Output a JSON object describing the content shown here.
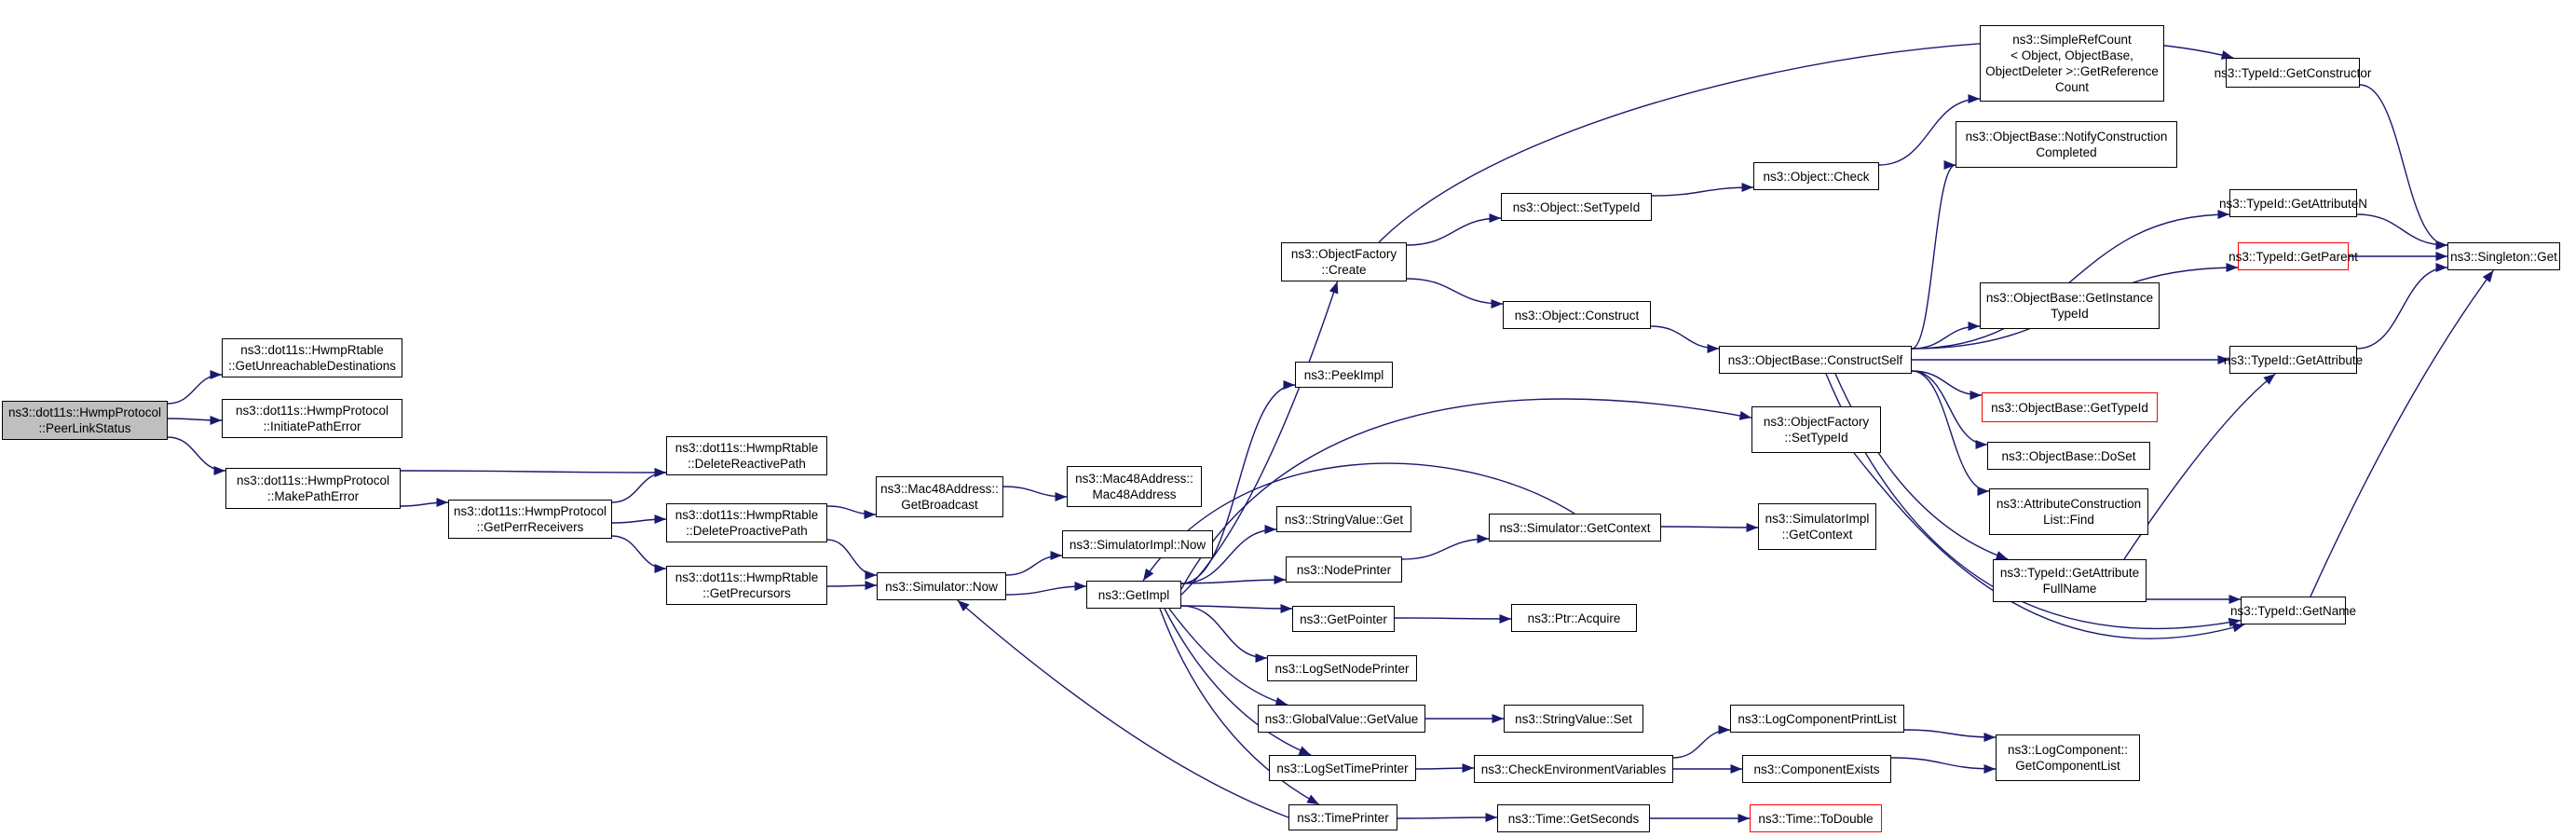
{
  "nodes": [
    {
      "id": "peerlinkstatus",
      "label": "ns3::dot11s::HwmpProtocol\n::PeerLinkStatus",
      "root": true
    },
    {
      "id": "getunreachable",
      "label": "ns3::dot11s::HwmpRtable\n::GetUnreachableDestinations"
    },
    {
      "id": "initiatepatherror",
      "label": "ns3::dot11s::HwmpProtocol\n::InitiatePathError"
    },
    {
      "id": "makepatherror",
      "label": "ns3::dot11s::HwmpProtocol\n::MakePathError"
    },
    {
      "id": "getperrreceivers",
      "label": "ns3::dot11s::HwmpProtocol\n::GetPerrReceivers"
    },
    {
      "id": "deletereactive",
      "label": "ns3::dot11s::HwmpRtable\n::DeleteReactivePath"
    },
    {
      "id": "deleteproactive",
      "label": "ns3::dot11s::HwmpRtable\n::DeleteProactivePath"
    },
    {
      "id": "getprecursors",
      "label": "ns3::dot11s::HwmpRtable\n::GetPrecursors"
    },
    {
      "id": "getbroadcast",
      "label": "ns3::Mac48Address::\nGetBroadcast"
    },
    {
      "id": "mac48address",
      "label": "ns3::Mac48Address::\nMac48Address"
    },
    {
      "id": "simulatornow",
      "label": "ns3::Simulator::Now"
    },
    {
      "id": "simimplnow",
      "label": "ns3::SimulatorImpl::Now"
    },
    {
      "id": "getimpl",
      "label": "ns3::GetImpl"
    },
    {
      "id": "objfactorycreate",
      "label": "ns3::ObjectFactory\n::Create"
    },
    {
      "id": "peekimpl",
      "label": "ns3::PeekImpl"
    },
    {
      "id": "stringvalueget",
      "label": "ns3::StringValue::Get"
    },
    {
      "id": "nodeprinter",
      "label": "ns3::NodePrinter"
    },
    {
      "id": "getpointer",
      "label": "ns3::GetPointer"
    },
    {
      "id": "logsetnodeprinter",
      "label": "ns3::LogSetNodePrinter"
    },
    {
      "id": "globalvalueget",
      "label": "ns3::GlobalValue::GetValue"
    },
    {
      "id": "logsettimeprinter",
      "label": "ns3::LogSetTimePrinter"
    },
    {
      "id": "timeprinter",
      "label": "ns3::TimePrinter"
    },
    {
      "id": "objsettypeid",
      "label": "ns3::Object::SetTypeId"
    },
    {
      "id": "objconstruct",
      "label": "ns3::Object::Construct"
    },
    {
      "id": "objcheck",
      "label": "ns3::Object::Check"
    },
    {
      "id": "simplerefcount",
      "label": "ns3::SimpleRefCount\n< Object, ObjectBase,\nObjectDeleter >::GetReference\nCount"
    },
    {
      "id": "notifyconstruction",
      "label": "ns3::ObjectBase::NotifyConstruction\nCompleted"
    },
    {
      "id": "constructself",
      "label": "ns3::ObjectBase::ConstructSelf"
    },
    {
      "id": "getinstancetypeid",
      "label": "ns3::ObjectBase::GetInstance\nTypeId"
    },
    {
      "id": "obgettypeid",
      "label": "ns3::ObjectBase::GetTypeId",
      "truncated": true
    },
    {
      "id": "dosset",
      "label": "ns3::ObjectBase::DoSet"
    },
    {
      "id": "attrconstfind",
      "label": "ns3::AttributeConstruction\nList::Find"
    },
    {
      "id": "getattrfullname",
      "label": "ns3::TypeId::GetAttribute\nFullName"
    },
    {
      "id": "ofsettypeid",
      "label": "ns3::ObjectFactory\n::SetTypeId"
    },
    {
      "id": "simgetcontext",
      "label": "ns3::Simulator::GetContext"
    },
    {
      "id": "simimplgetcontext",
      "label": "ns3::SimulatorImpl\n::GetContext"
    },
    {
      "id": "ptracquire",
      "label": "ns3::Ptr::Acquire"
    },
    {
      "id": "stringvalueset",
      "label": "ns3::StringValue::Set"
    },
    {
      "id": "checkenvvars",
      "label": "ns3::CheckEnvironmentVariables"
    },
    {
      "id": "logcompprintlist",
      "label": "ns3::LogComponentPrintList"
    },
    {
      "id": "componentexists",
      "label": "ns3::ComponentExists"
    },
    {
      "id": "getcomponentlist",
      "label": "ns3::LogComponent::\nGetComponentList"
    },
    {
      "id": "timegetseconds",
      "label": "ns3::Time::GetSeconds"
    },
    {
      "id": "timetodouble",
      "label": "ns3::Time::ToDouble",
      "truncated": true
    },
    {
      "id": "typeidgetconstructor",
      "label": "ns3::TypeId::GetConstructor"
    },
    {
      "id": "typeidgetattributen",
      "label": "ns3::TypeId::GetAttributeN"
    },
    {
      "id": "typeidgetparent",
      "label": "ns3::TypeId::GetParent",
      "truncated": true
    },
    {
      "id": "typeidgetattribute",
      "label": "ns3::TypeId::GetAttribute"
    },
    {
      "id": "typeidgetname",
      "label": "ns3::TypeId::GetName"
    },
    {
      "id": "singletonget",
      "label": "ns3::Singleton::Get"
    }
  ],
  "edges": [
    [
      "peerlinkstatus",
      "getunreachable"
    ],
    [
      "peerlinkstatus",
      "initiatepatherror"
    ],
    [
      "peerlinkstatus",
      "makepatherror"
    ],
    [
      "makepatherror",
      "deletereactive"
    ],
    [
      "makepatherror",
      "getperrreceivers"
    ],
    [
      "getperrreceivers",
      "deletereactive"
    ],
    [
      "getperrreceivers",
      "deleteproactive"
    ],
    [
      "getperrreceivers",
      "getprecursors"
    ],
    [
      "deleteproactive",
      "getbroadcast"
    ],
    [
      "deleteproactive",
      "simulatornow"
    ],
    [
      "getprecursors",
      "simulatornow"
    ],
    [
      "getbroadcast",
      "mac48address"
    ],
    [
      "simulatornow",
      "simimplnow"
    ],
    [
      "simulatornow",
      "getimpl"
    ],
    [
      "getimpl",
      "objfactorycreate"
    ],
    [
      "getimpl",
      "peekimpl"
    ],
    [
      "getimpl",
      "ofsettypeid"
    ],
    [
      "getimpl",
      "stringvalueget"
    ],
    [
      "getimpl",
      "nodeprinter"
    ],
    [
      "getimpl",
      "getpointer"
    ],
    [
      "getimpl",
      "logsetnodeprinter"
    ],
    [
      "getimpl",
      "globalvalueget"
    ],
    [
      "getimpl",
      "logsettimeprinter"
    ],
    [
      "getimpl",
      "timeprinter"
    ],
    [
      "simgetcontext",
      "getimpl"
    ],
    [
      "timeprinter",
      "simulatornow"
    ],
    [
      "objfactorycreate",
      "objsettypeid"
    ],
    [
      "objfactorycreate",
      "objconstruct"
    ],
    [
      "objfactorycreate",
      "typeidgetconstructor"
    ],
    [
      "objsettypeid",
      "objcheck"
    ],
    [
      "objcheck",
      "simplerefcount"
    ],
    [
      "objconstruct",
      "constructself"
    ],
    [
      "constructself",
      "notifyconstruction"
    ],
    [
      "constructself",
      "typeidgetattributen"
    ],
    [
      "constructself",
      "typeidgetparent"
    ],
    [
      "constructself",
      "getinstancetypeid"
    ],
    [
      "constructself",
      "typeidgetattribute"
    ],
    [
      "constructself",
      "obgettypeid"
    ],
    [
      "constructself",
      "dosset"
    ],
    [
      "constructself",
      "attrconstfind"
    ],
    [
      "constructself",
      "getattrfullname"
    ],
    [
      "constructself",
      "typeidgetname"
    ],
    [
      "nodeprinter",
      "simgetcontext"
    ],
    [
      "simgetcontext",
      "simimplgetcontext"
    ],
    [
      "getpointer",
      "ptracquire"
    ],
    [
      "globalvalueget",
      "stringvalueset"
    ],
    [
      "logsettimeprinter",
      "checkenvvars"
    ],
    [
      "checkenvvars",
      "logcompprintlist"
    ],
    [
      "checkenvvars",
      "componentexists"
    ],
    [
      "logcompprintlist",
      "getcomponentlist"
    ],
    [
      "componentexists",
      "getcomponentlist"
    ],
    [
      "timeprinter",
      "timegetseconds"
    ],
    [
      "timegetseconds",
      "timetodouble"
    ],
    [
      "ofsettypeid",
      "typeidgetname"
    ],
    [
      "getattrfullname",
      "typeidgetattribute"
    ],
    [
      "getattrfullname",
      "typeidgetname"
    ],
    [
      "typeidgetconstructor",
      "singletonget"
    ],
    [
      "typeidgetattributen",
      "singletonget"
    ],
    [
      "typeidgetparent",
      "singletonget"
    ],
    [
      "typeidgetattribute",
      "singletonget"
    ],
    [
      "typeidgetname",
      "singletonget"
    ]
  ],
  "colors": {
    "edge": "#191970",
    "border": "#000000",
    "root_fill": "#bfbfbf",
    "truncated_border": "#ff0000"
  }
}
